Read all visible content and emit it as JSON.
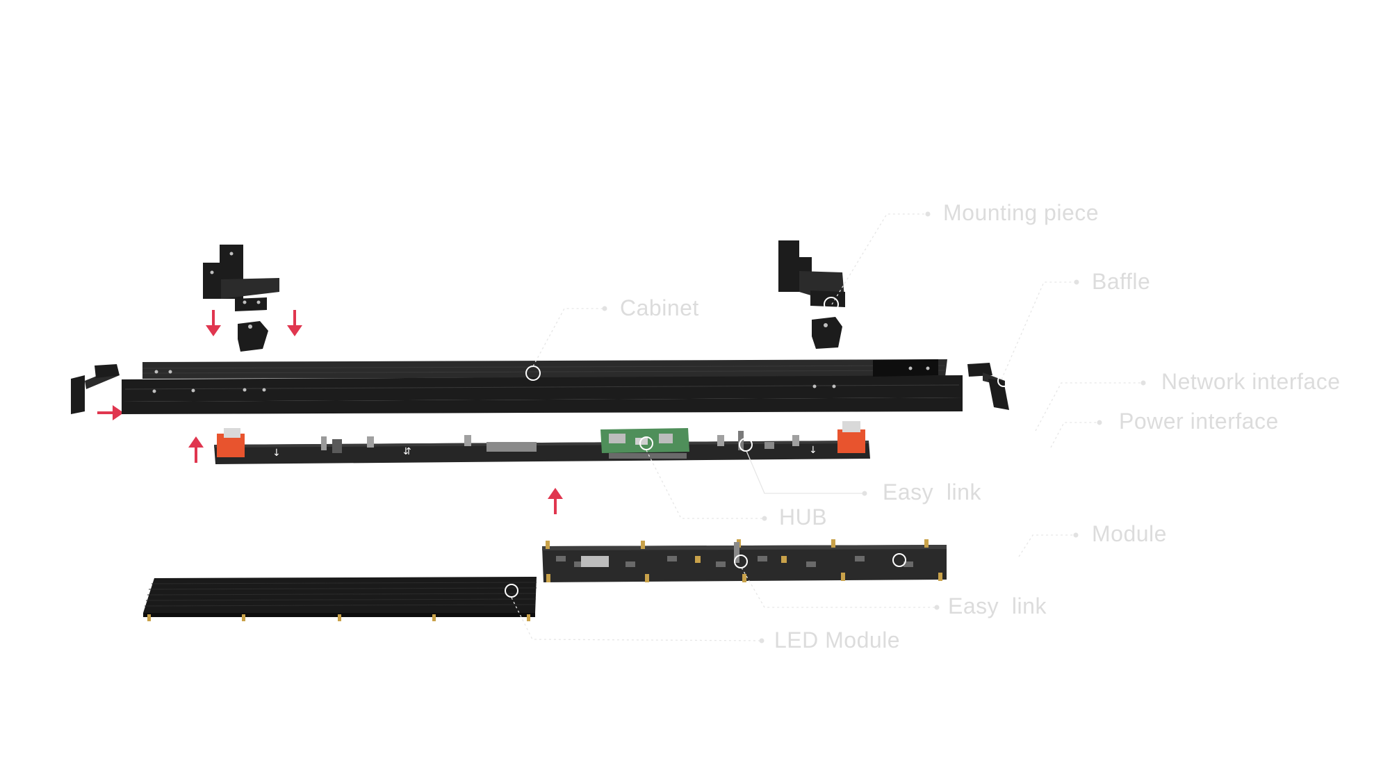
{
  "labels": {
    "mounting_piece": "Mounting piece",
    "baffle": "Baffle",
    "cabinet": "Cabinet",
    "network_interface": "Network interface",
    "power_interface": "Power interface",
    "easy_link_1": "Easy  link",
    "hub": "HUB",
    "module": "Module",
    "easy_link_2": "Easy  link",
    "led_module": "LED Module"
  },
  "colors": {
    "background": "#ffffff",
    "label_text": "#dcdcdc",
    "hardware_black": "#1c1c1c",
    "arrow_red": "#e0364f",
    "connector_orange": "#e8542e",
    "hub_green": "#4f8f5a"
  }
}
